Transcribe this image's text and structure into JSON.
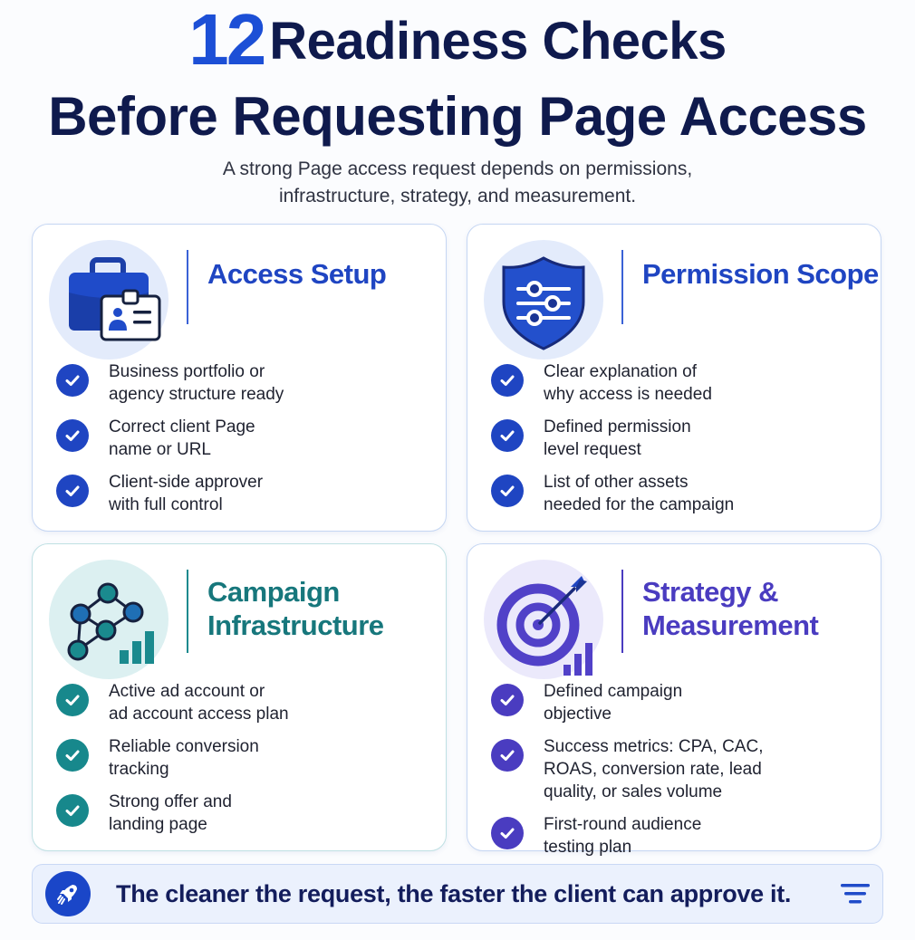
{
  "header": {
    "title_number": "12",
    "title_line1": "Readiness Checks",
    "title_line2": "Before Requesting Page Access",
    "subtitle": "A strong Page access request depends on permissions,\ninfrastructure, strategy, and measurement."
  },
  "colors": {
    "blue": "#1c4fd6",
    "navy": "#0f1a4d",
    "teal": "#1a8a8e",
    "purple": "#4c3bc4",
    "card_border": "#c5d6f3"
  },
  "cards": [
    {
      "title": "Access Setup",
      "icon": "briefcase-id-card-icon",
      "accent": "#1f45c2",
      "items": [
        "Business portfolio or\nagency structure ready",
        "Correct client Page\nname or URL",
        "Client-side approver\nwith full control"
      ]
    },
    {
      "title": "Permission Scope",
      "icon": "shield-sliders-icon",
      "accent": "#1f45c2",
      "items": [
        "Clear explanation of\nwhy access is needed",
        "Defined permission\nlevel request",
        "List of other assets\nneeded for the campaign"
      ]
    },
    {
      "title": "Campaign\nInfrastructure",
      "icon": "network-chart-icon",
      "accent": "#17888c",
      "items": [
        "Active ad account or\nad account access plan",
        "Reliable conversion\ntracking",
        "Strong offer and\nlanding page"
      ]
    },
    {
      "title": "Strategy &\nMeasurement",
      "icon": "target-arrow-chart-icon",
      "accent": "#4a3cc0",
      "items": [
        "Defined campaign\nobjective",
        "Success metrics: CPA, CAC,\nROAS, conversion rate, lead\nquality, or sales volume",
        "First-round audience\ntesting plan"
      ]
    }
  ],
  "footer": {
    "text": "The cleaner the request, the faster the client can approve it.",
    "left_icon": "rocket-icon",
    "right_icon": "menu-lines-icon"
  }
}
